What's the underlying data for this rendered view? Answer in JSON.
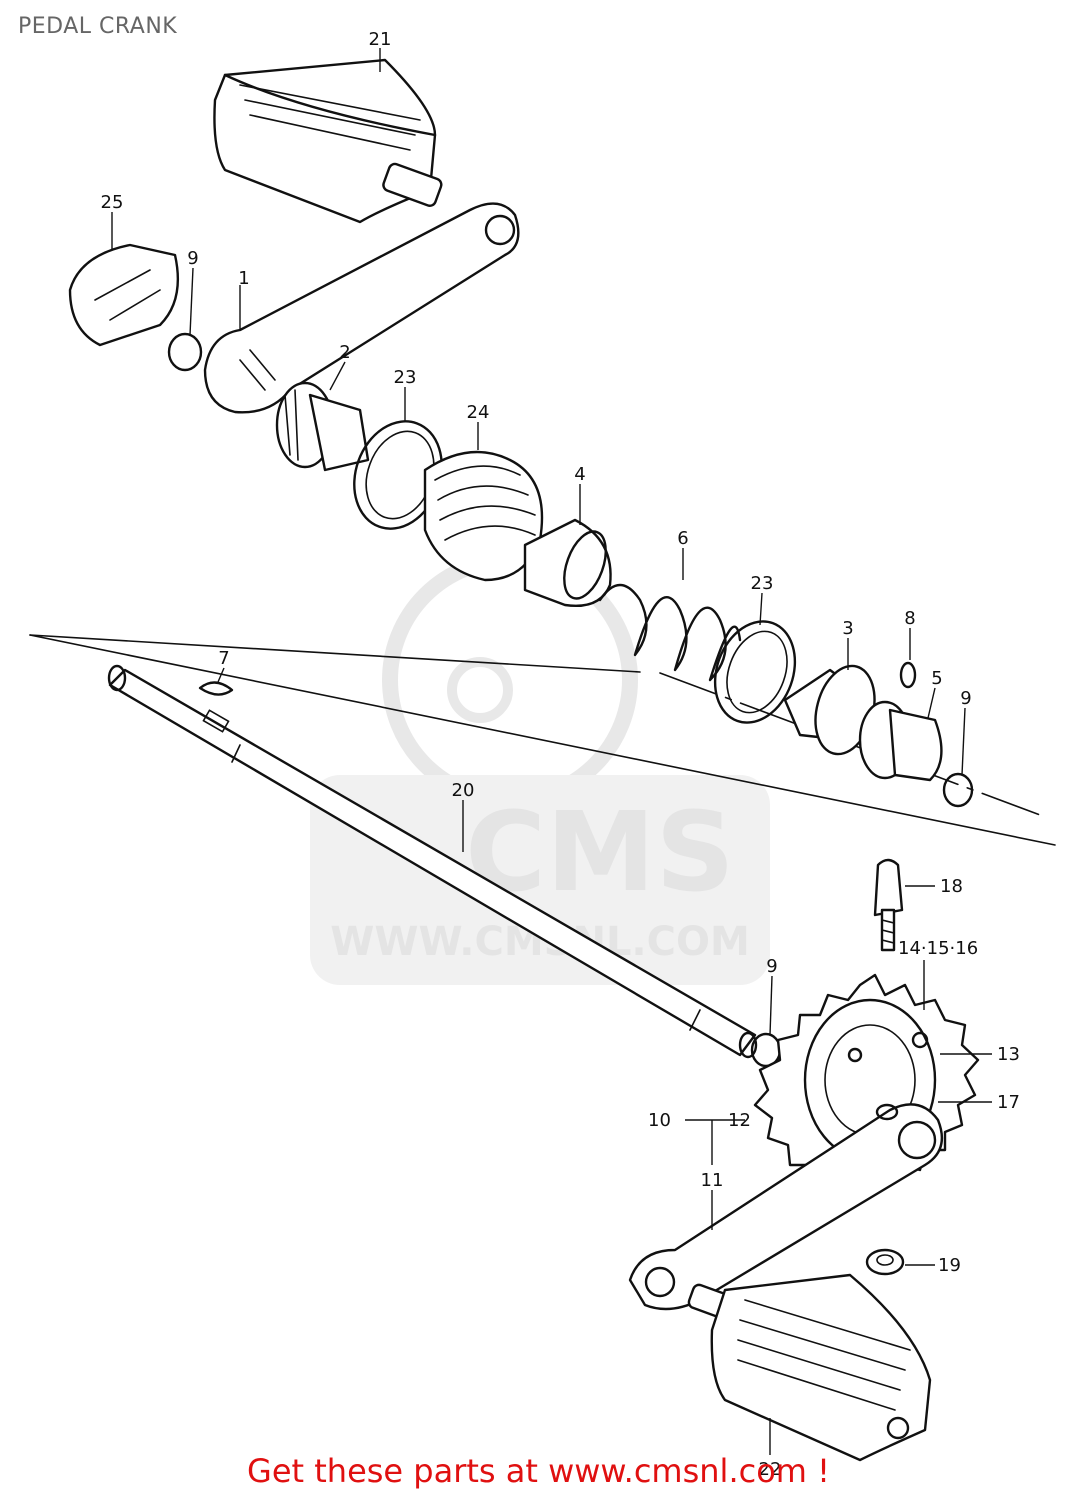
{
  "title": "PEDAL CRANK",
  "watermark": {
    "logo": "CMS",
    "url": "WWW.CMSNL.COM"
  },
  "callouts": {
    "c21": "21",
    "c25": "25",
    "c9a": "9",
    "c1": "1",
    "c2": "2",
    "c23a": "23",
    "c24": "24",
    "c4": "4",
    "c6": "6",
    "c23b": "23",
    "c3": "3",
    "c8": "8",
    "c5": "5",
    "c9b": "9",
    "c7": "7",
    "c20": "20",
    "c18": "18",
    "c141516": "14·15·16",
    "c9c": "9",
    "c13": "13",
    "c17": "17",
    "c10": "10",
    "c12": "12",
    "c11": "11",
    "c19": "19",
    "c22": "22"
  },
  "footer": "Get these parts at www.cmsnl.com !",
  "colors": {
    "title": "#666666",
    "footer": "#e01010",
    "line": "#111111",
    "watermark": "#e4e4e4"
  }
}
